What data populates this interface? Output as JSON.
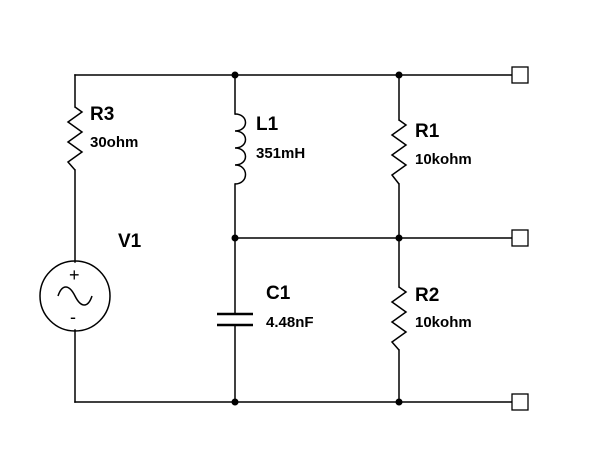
{
  "components": {
    "r3": {
      "name": "R3",
      "value": "30ohm"
    },
    "l1": {
      "name": "L1",
      "value": "351mH"
    },
    "r1": {
      "name": "R1",
      "value": "10kohm"
    },
    "r2": {
      "name": "R2",
      "value": "10kohm"
    },
    "c1": {
      "name": "C1",
      "value": "4.48nF"
    },
    "v1": {
      "name": "V1",
      "plus": "+",
      "minus": "-"
    }
  }
}
